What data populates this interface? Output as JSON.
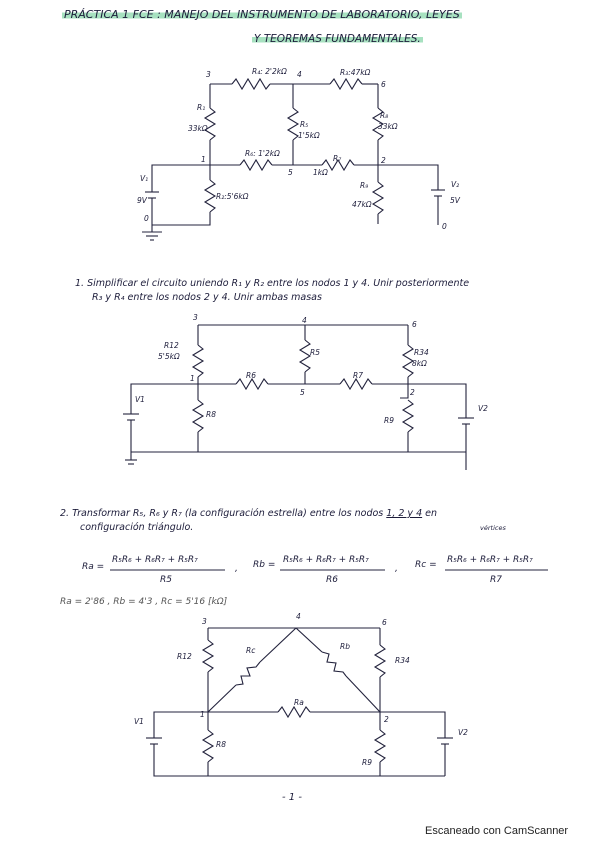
{
  "header": {
    "title_line1": "PRÁCTICA 1 FCE : MANEJO DEL INSTRUMENTO DE LABORATORIO, LEYES",
    "title_line2": "Y TEOREMAS FUNDAMENTALES."
  },
  "circuit1": {
    "nodes": [
      "3",
      "4",
      "6",
      "1",
      "5",
      "2",
      "0",
      "0"
    ],
    "r1": "R₁",
    "r1_val": "33kΩ",
    "r2": "R₂:5'6kΩ",
    "r3": "R₃:47kΩ",
    "r4": "R₄: 2'2kΩ",
    "r5": "R₅",
    "r5_val": "1'5kΩ",
    "r6": "R₆: 1'2kΩ",
    "r7": "R₇",
    "r7_val": "1kΩ",
    "r8": "R₈",
    "r8_val": "33kΩ",
    "r9": "R₉",
    "r9_val": "47kΩ",
    "v1": "V₁",
    "v1_val": "9V",
    "v2": "V₂",
    "v2_val": "5V"
  },
  "step1": {
    "line1": "1. Simplificar el circuito uniendo R₁ y R₂ entre los nodos 1 y 4. Unir posteriormente",
    "line2": "R₃ y R₄ entre los nodos 2 y 4. Unir ambas masas"
  },
  "circuit2": {
    "nodes": [
      "3",
      "4",
      "6",
      "1",
      "5",
      "2"
    ],
    "r12": "R12",
    "r12_val": "5'5kΩ",
    "r5": "R5",
    "r6": "R6",
    "r7": "R7",
    "r8": "R8",
    "r34": "R34",
    "r34_val": "8kΩ",
    "r9": "R9",
    "v1": "V1",
    "v2": "V2"
  },
  "step2": {
    "line1": "2. Transformar R₅, R₆ y R₇ (la configuración estrella) entre los nodos",
    "nodes_note": "1, 2 y 4",
    "nodes_sub": "vértices",
    "line1_end": "en",
    "line2": "configuración triángulo."
  },
  "formulas": {
    "ra_lhs": "Ra =",
    "ra_num": "R₅R₆ + R₆R₇ + R₅R₇",
    "ra_den": "R5",
    "rb_lhs": "Rb =",
    "rb_num": "R₅R₆ + R₆R₇ + R₅R₇",
    "rb_den": "R6",
    "rc_lhs": "Rc =",
    "rc_num": "R₅R₆ + R₆R₇ + R₅R₇",
    "rc_den": "R7",
    "sep": ","
  },
  "results": "Ra = 2'86 , Rb = 4'3 , Rc = 5'16 [kΩ]",
  "circuit3": {
    "nodes": [
      "3",
      "4",
      "6",
      "1",
      "2"
    ],
    "r12": "R12",
    "rc": "Rc",
    "rb": "Rb",
    "ra": "Ra",
    "r34": "R34",
    "r8": "R8",
    "r9": "R9",
    "v1": "V1",
    "v2": "V2"
  },
  "page_number": "- 1 -",
  "footer": "Escaneado con CamScanner"
}
